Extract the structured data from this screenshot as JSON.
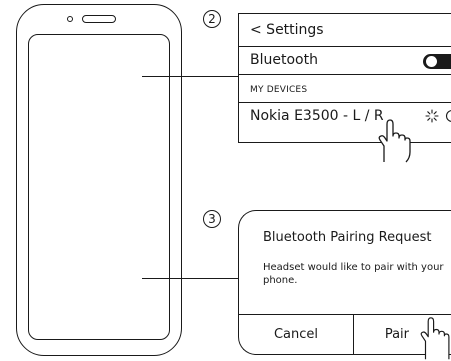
{
  "steps": {
    "settings_step": "2",
    "pairing_step": "3"
  },
  "settings": {
    "back_label": "< Settings",
    "bluetooth_label": "Bluetooth",
    "bluetooth_on": true,
    "section_header": "MY DEVICES",
    "device_name": "Nokia E3500 - L / R"
  },
  "dialog": {
    "title": "Bluetooth Pairing Request",
    "message": "Headset would like to pair with your phone.",
    "cancel_label": "Cancel",
    "pair_label": "Pair"
  },
  "colors": {
    "line": "#1a1a1a",
    "background": "#ffffff"
  },
  "icons": [
    "spinner-icon",
    "hand-pointer-icon",
    "chevron-left-icon"
  ]
}
